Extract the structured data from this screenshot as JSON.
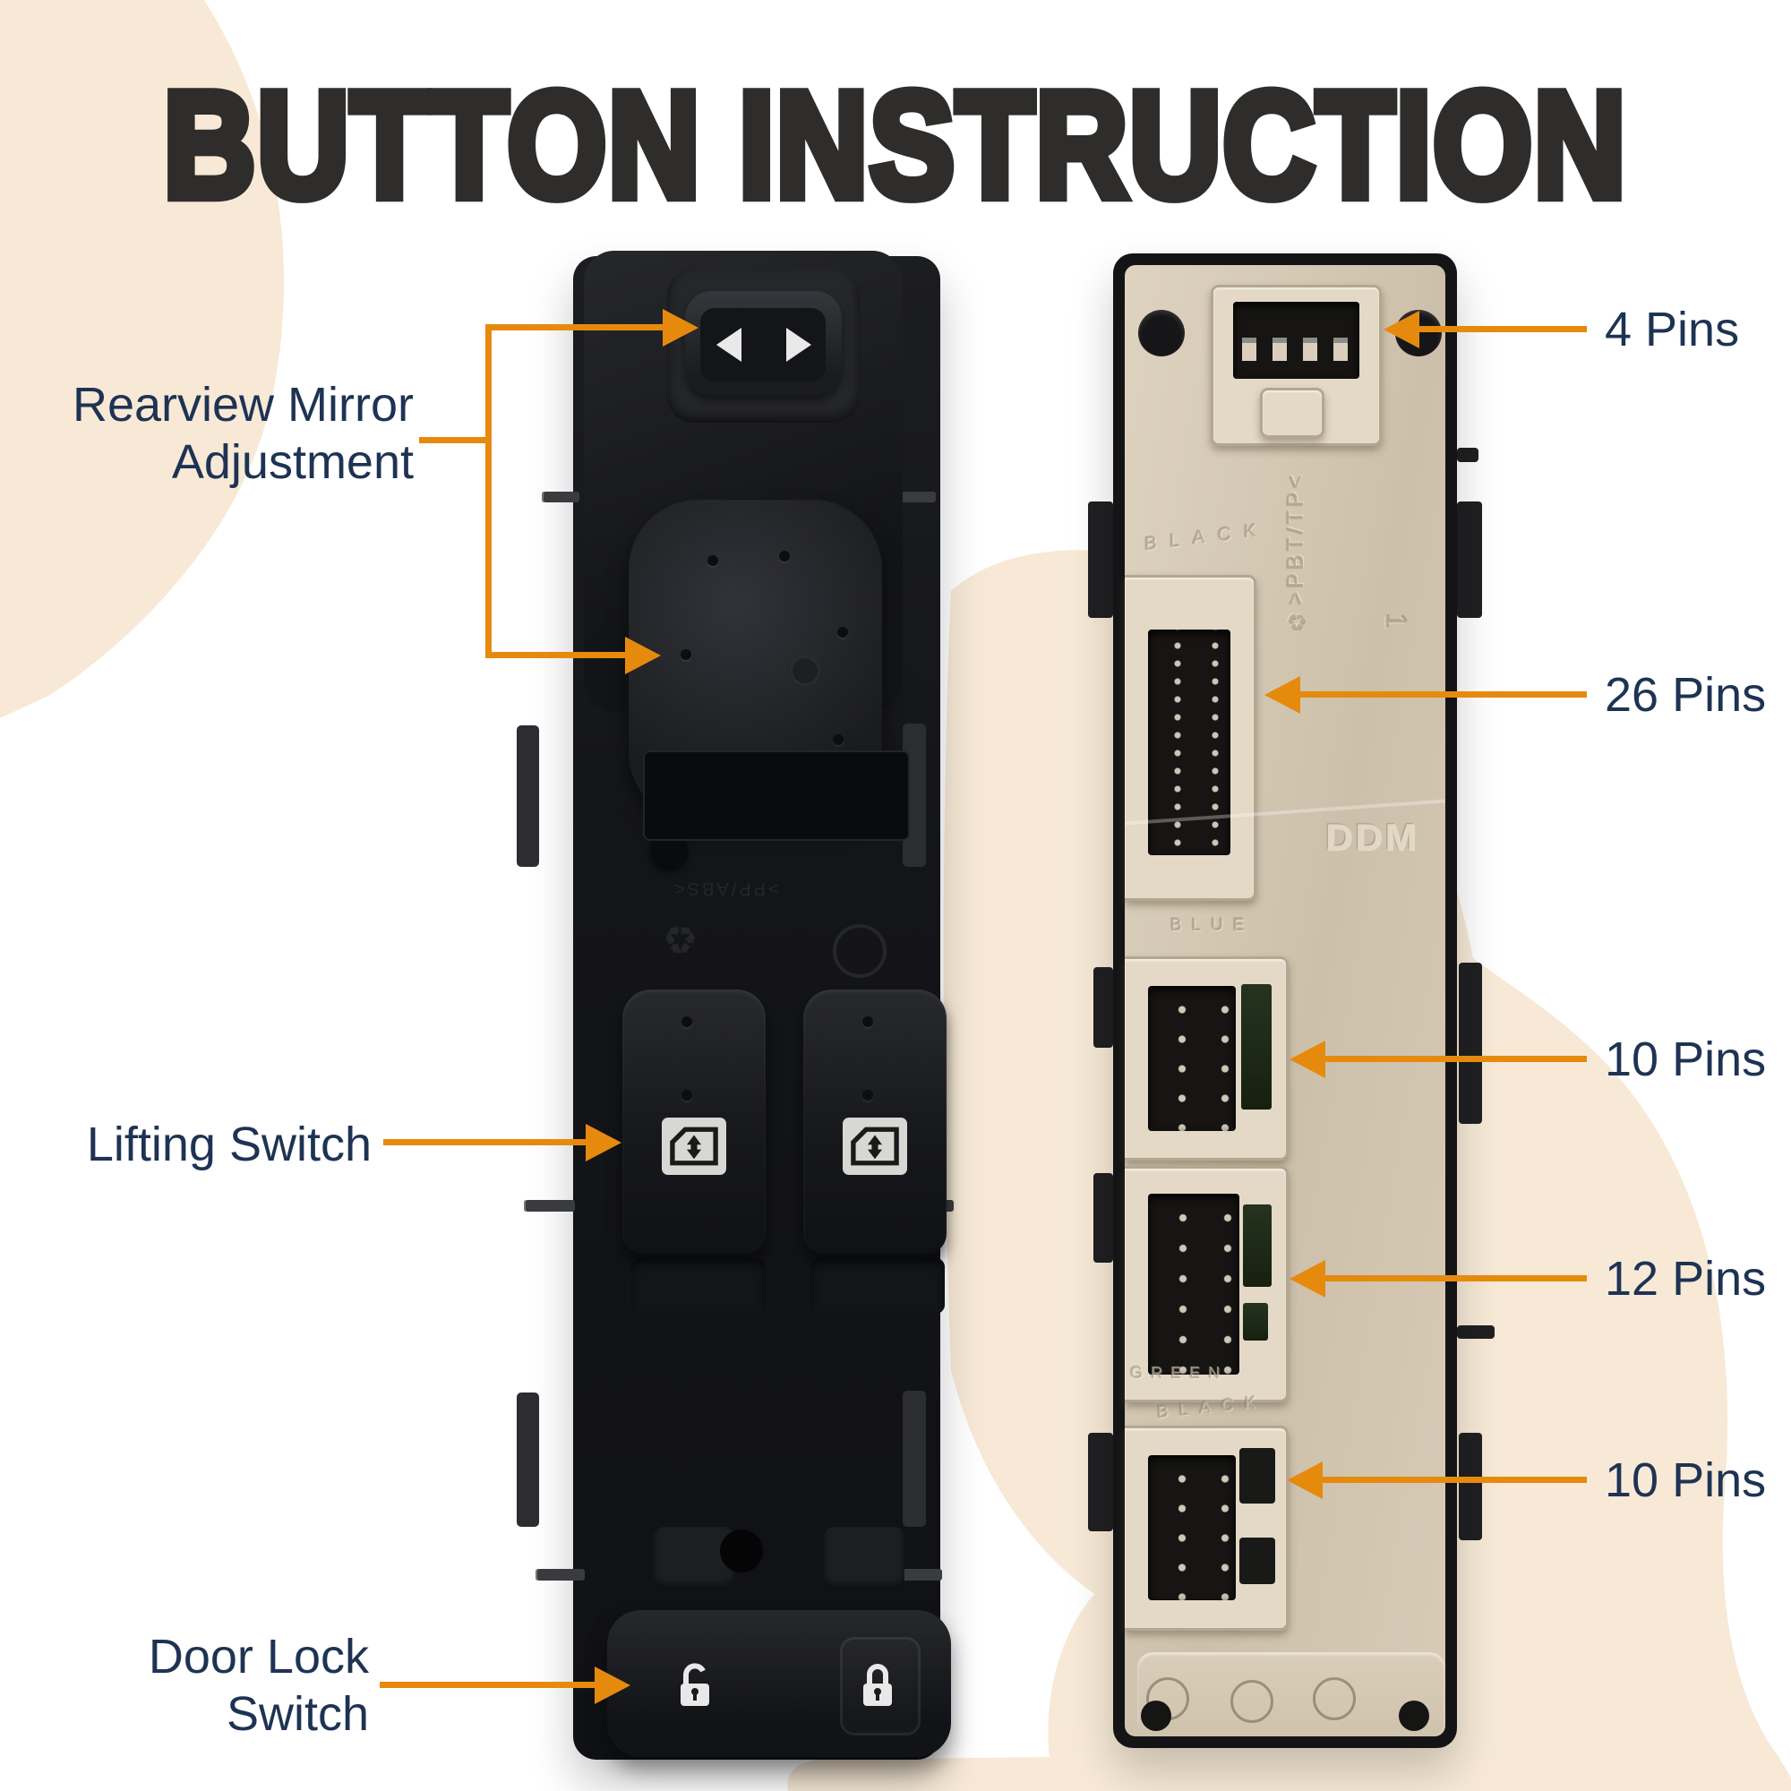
{
  "title": "BUTTON INSTRUCTION",
  "colors": {
    "accent_orange": "#E68A0E",
    "label_navy": "#1E3354",
    "background_cream": "#F7E9D6",
    "front_panel_black": "#17181B",
    "back_module_beige": "#D5C9B5"
  },
  "front_panel_callouts": {
    "rearview": {
      "line1": "Rearview Mirror",
      "line2": "Adjustment"
    },
    "lifting": "Lifting Switch",
    "door_lock": {
      "line1": "Door Lock",
      "line2": "Switch"
    }
  },
  "back_panel_callouts": {
    "connector_top": "4 Pins",
    "connector_upper": "26 Pins",
    "connector_middle": "10 Pins",
    "connector_lower": "12 Pins",
    "connector_bottom": "10 Pins"
  },
  "molded_text": {
    "black_top": "BLACK",
    "pbt": ">PBT/TP<",
    "one": "1",
    "ddm": "DDM",
    "blue": "BLUE",
    "green": "GREEN",
    "black_bottom": "BLACK",
    "pp_abs": ">PP/ABS<"
  },
  "icons": {
    "mirror_left": "left-triangle",
    "mirror_right": "right-triangle",
    "window_lift": "window-with-up-down-arrow",
    "unlock": "open-padlock",
    "lock": "closed-padlock",
    "recycle": "recycle-triangle"
  }
}
